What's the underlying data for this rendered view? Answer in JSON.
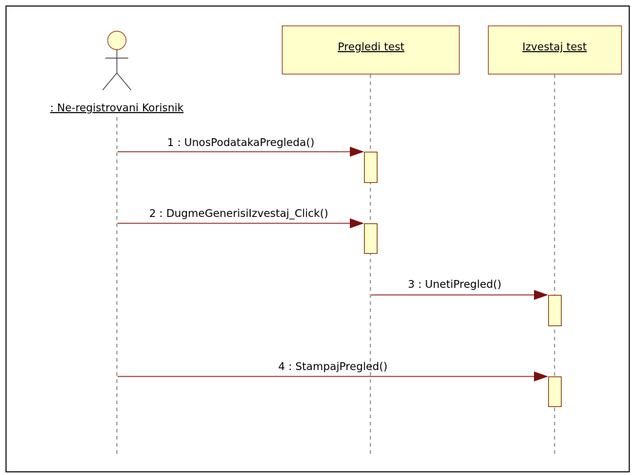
{
  "actor": {
    "label": ": Ne-registrovani Korisnik"
  },
  "lifelines": [
    {
      "label": "Pregledi test"
    },
    {
      "label": "Izvestaj test"
    }
  ],
  "messages": [
    {
      "label": "1 : UnosPodatakaPregleda()"
    },
    {
      "label": "2 : DugmeGenerisiIzvestaj_Click()"
    },
    {
      "label": "3 : UnetiPregled()"
    },
    {
      "label": "4 : StampajPregled()"
    }
  ],
  "colors": {
    "box_fill": "#ffffcc",
    "box_stroke": "#a0522d",
    "activation_stroke": "#8b4513",
    "message_line": "#8b1a1a",
    "arrowhead": "#7a1010",
    "lifeline": "#555555",
    "frame": "#000000",
    "text": "#000000"
  }
}
